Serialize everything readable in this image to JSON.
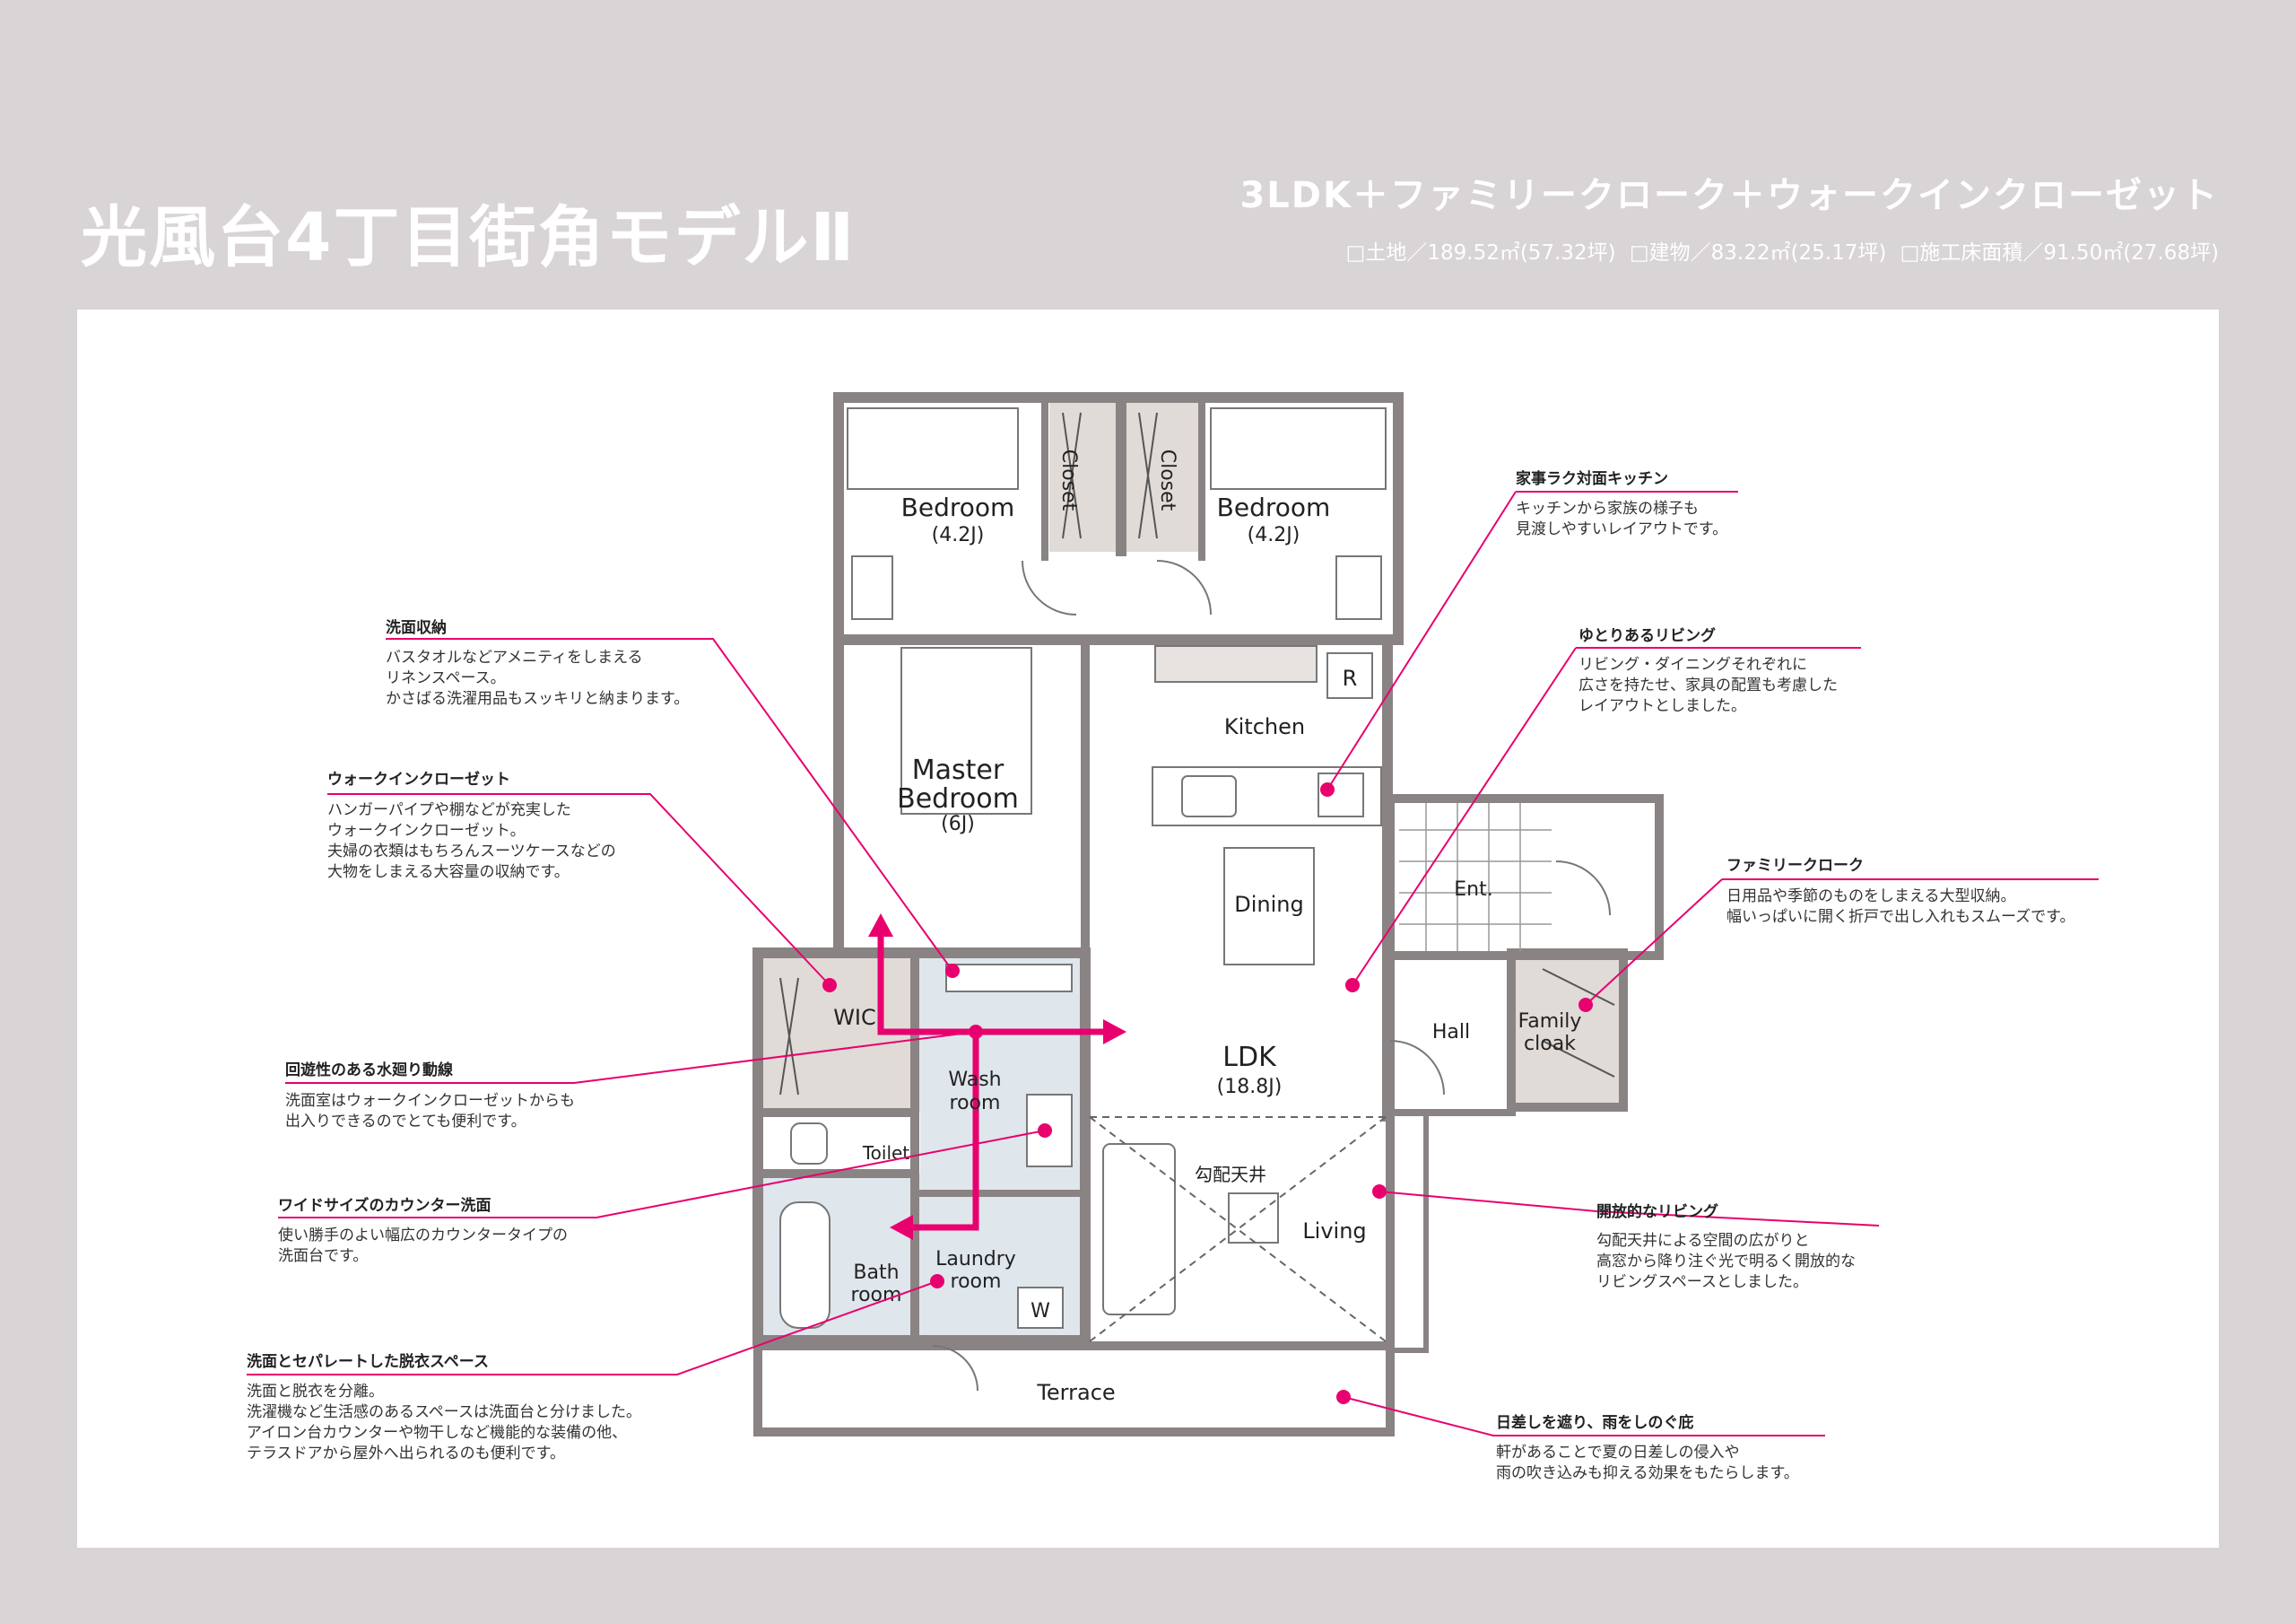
{
  "title": "光風台4丁目街角モデルⅡ",
  "subtitle": "3LDK＋ファミリークローク＋ウォークインクローゼット",
  "specs": {
    "land": "□土地／189.52㎡(57.32坪)",
    "building": "□建物／83.22㎡(25.17坪)",
    "floor": "□施工床面積／91.50㎡(27.68坪)"
  },
  "colors": {
    "accent": "#e8006e",
    "background": "#d9d4d5",
    "wall": "#8a8383",
    "wet": "#dfe6ec",
    "storage": "#e0dbd7"
  },
  "rooms": {
    "bedroom1": {
      "name": "Bedroom",
      "size": "(4.2J)"
    },
    "bedroom2": {
      "name": "Bedroom",
      "size": "(4.2J)"
    },
    "closet1": "Closet",
    "closet2": "Closet",
    "master": {
      "line1": "Master",
      "line2": "Bedroom",
      "size": "(6J)"
    },
    "kitchen": "Kitchen",
    "fridge": "R",
    "dining": "Dining",
    "ldk": {
      "name": "LDK",
      "size": "(18.8J)"
    },
    "living": "Living",
    "ceiling": "勾配天井",
    "entrance": "Ent.",
    "hall": "Hall",
    "family_cloak": {
      "line1": "Family",
      "line2": "cloak"
    },
    "wic": "WIC",
    "wash": {
      "line1": "Wash",
      "line2": "room"
    },
    "toilet": "Toilet",
    "bath": {
      "line1": "Bath",
      "line2": "room"
    },
    "laundry": {
      "line1": "Laundry",
      "line2": "room"
    },
    "washer": "W",
    "terrace": "Terrace"
  },
  "annotations": {
    "senmen_storage": {
      "title": "洗面収納",
      "lines": [
        "バスタオルなどアメニティをしまえる",
        "リネンスペース。",
        "かさばる洗濯用品もスッキリと納まります。"
      ]
    },
    "wic": {
      "title": "ウォークインクローゼット",
      "lines": [
        "ハンガーパイプや棚などが充実した",
        "ウォークインクローゼット。",
        "夫婦の衣類はもちろんスーツケースなどの",
        "大物をしまえる大容量の収納です。"
      ]
    },
    "circulation": {
      "title": "回遊性のある水廻り動線",
      "lines": [
        "洗面室はウォークインクローゼットからも",
        "出入りできるのでとても便利です。"
      ]
    },
    "counter": {
      "title": "ワイドサイズのカウンター洗面",
      "lines": [
        "使い勝手のよい幅広のカウンタータイプの",
        "洗面台です。"
      ]
    },
    "dressing": {
      "title": "洗面とセパレートした脱衣スペース",
      "lines": [
        "洗面と脱衣を分離。",
        "洗濯機など生活感のあるスペースは洗面台と分けました。",
        "アイロン台カウンターや物干しなど機能的な装備の他、",
        "テラスドアから屋外へ出られるのも便利です。"
      ]
    },
    "kitchen": {
      "title": "家事ラク対面キッチン",
      "lines": [
        "キッチンから家族の様子も",
        "見渡しやすいレイアウトです。"
      ]
    },
    "living_space": {
      "title": "ゆとりあるリビング",
      "lines": [
        "リビング・ダイニングそれぞれに",
        "広さを持たせ、家具の配置も考慮した",
        "レイアウトとしました。"
      ]
    },
    "family_cloak": {
      "title": "ファミリークローク",
      "lines": [
        "日用品や季節のものをしまえる大型収納。",
        "幅いっぱいに開く折戸で出し入れもスムーズです。"
      ]
    },
    "open_living": {
      "title": "開放的なリビング",
      "lines": [
        "勾配天井による空間の広がりと",
        "高窓から降り注ぐ光で明るく開放的な",
        "リビングスペースとしました。"
      ]
    },
    "eaves": {
      "title": "日差しを遮り、雨をしのぐ庇",
      "lines": [
        "軒があることで夏の日差しの侵入や",
        "雨の吹き込みも抑える効果をもたらします。"
      ]
    }
  }
}
